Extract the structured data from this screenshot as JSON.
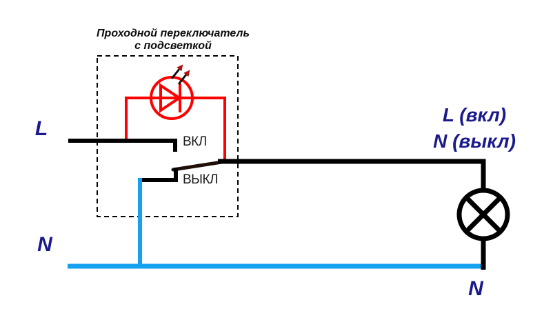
{
  "diagram": {
    "title": {
      "line1": "Проходной переключатель",
      "line2": "с подсветкой"
    },
    "switch_box": {
      "on_label": "ВКЛ",
      "off_label": "ВЫКЛ"
    },
    "terminals": {
      "left_line": "L",
      "left_neutral": "N",
      "lamp_line_state": "L (вкл)",
      "lamp_neutral_state": "N (выкл)",
      "lamp_bottom_neutral": "N"
    },
    "colors": {
      "phase_wire": "#000000",
      "neutral_wire": "#18A0F0",
      "led_circuit_red": "#FF0000",
      "terminal_label_navy": "#1A1A8C",
      "switch_lever": "#1F0F08",
      "light_arrow_head": "#B01010"
    },
    "symbols": {
      "led": "led-indicator-symbol",
      "lamp": "lamp-symbol",
      "switch": "two-way-switch-symbol",
      "enclosure": "dashed-enclosure-box"
    }
  }
}
